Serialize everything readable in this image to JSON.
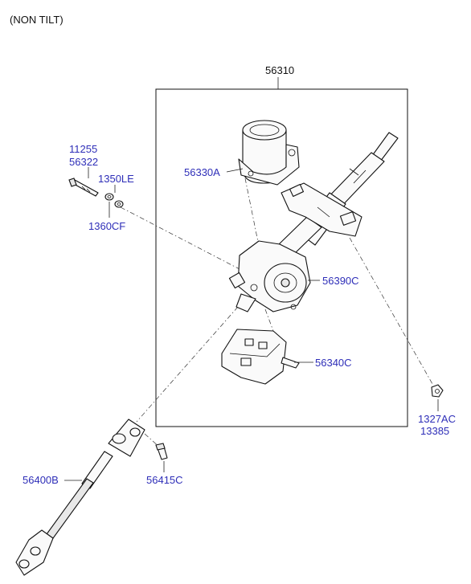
{
  "title": "(NON TILT)",
  "assembly_ref": "56310",
  "labels": {
    "p11255": "11255",
    "p56322": "56322",
    "p1350LE": "1350LE",
    "p1360CF": "1360CF",
    "p56330A": "56330A",
    "p56390C": "56390C",
    "p56340C": "56340C",
    "p1327AC": "1327AC",
    "p13385": "13385",
    "p56400B": "56400B",
    "p56415C": "56415C"
  },
  "colors": {
    "label_blue": "#2e2eb8",
    "line": "#111111",
    "background": "#ffffff"
  }
}
